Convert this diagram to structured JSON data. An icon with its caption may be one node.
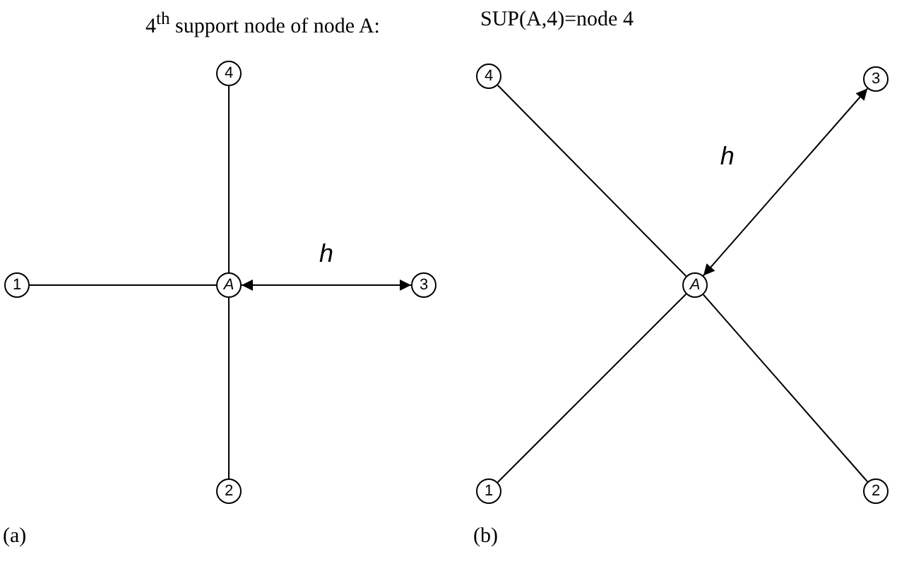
{
  "diagram": {
    "title": "4$^{th}$ support node of node A:",
    "nodes": [
      {
        "text": [
          "4"
        ]
      },
      {
        "text": [
          "1"
        ]
      },
      {
        "text": [
          "A"
        ]
      },
      {
        "text": [
          "3"
        ]
      },
      {
        "text": [
          "2"
        ]
      },
      {
        "text": [
          "4"
        ]
      },
      {
        "text": [
          "3"
        ]
      },
      {
        "text": [
          "A"
        ]
      },
      {
        "text": [
          "1"
        ]
      },
      {
        "text": [
          "2"
        ]
      }
    ],
    "edges": [
      {
        "from": 2,
        "to": 0,
        "arrow": "none"
      },
      {
        "from": 2,
        "to": 1,
        "arrow": "none"
      },
      {
        "from": 2,
        "to": 3,
        "arrow": "both",
        "label": "h"
      },
      {
        "from": 2,
        "to": 4,
        "arrow": "none"
      },
      {
        "from": 7,
        "to": 5,
        "arrow": "none"
      },
      {
        "from": 7,
        "to": 6,
        "arrow": "both",
        "label": "h"
      },
      {
        "from": 7,
        "to": 8,
        "arrow": "none"
      },
      {
        "from": 7,
        "to": 9,
        "arrow": "none"
      }
    ],
    "labels": [
      "SUP(A,4)=node 4",
      "(a)",
      "(b)"
    ]
  }
}
